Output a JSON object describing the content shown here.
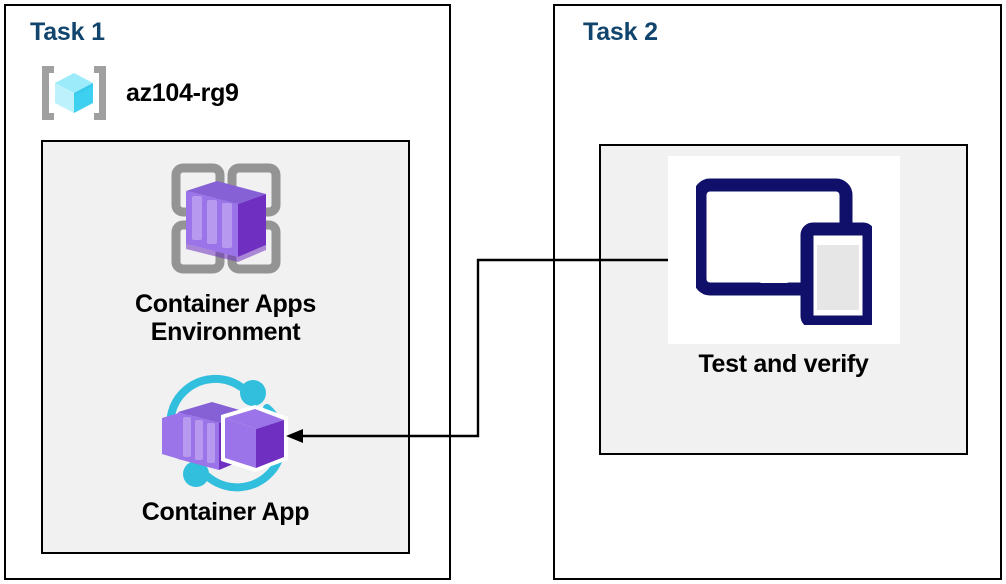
{
  "diagram": {
    "title_color": "#12456e",
    "accent_purple": "#8661d6",
    "accent_cyan": "#32bedd",
    "navy": "#10106b",
    "panel_fill": "#f1f1f1",
    "border_color": "#000000"
  },
  "task1": {
    "title": "Task 1",
    "resource_group": {
      "icon": "resource-group-cube-icon",
      "name": "az104-rg9"
    },
    "items": [
      {
        "icon": "container-apps-environment-icon",
        "label": "Container Apps\nEnvironment"
      },
      {
        "icon": "container-app-icon",
        "label": "Container App"
      }
    ]
  },
  "task2": {
    "title": "Task 2",
    "items": [
      {
        "icon": "devices-tablet-phone-icon",
        "label": "Test and verify"
      }
    ]
  },
  "connector": {
    "name": "test-and-verify-to-container-app-arrow",
    "from": "Test and verify",
    "to": "Container App",
    "direction": "right-to-left",
    "arrowhead": "left"
  }
}
